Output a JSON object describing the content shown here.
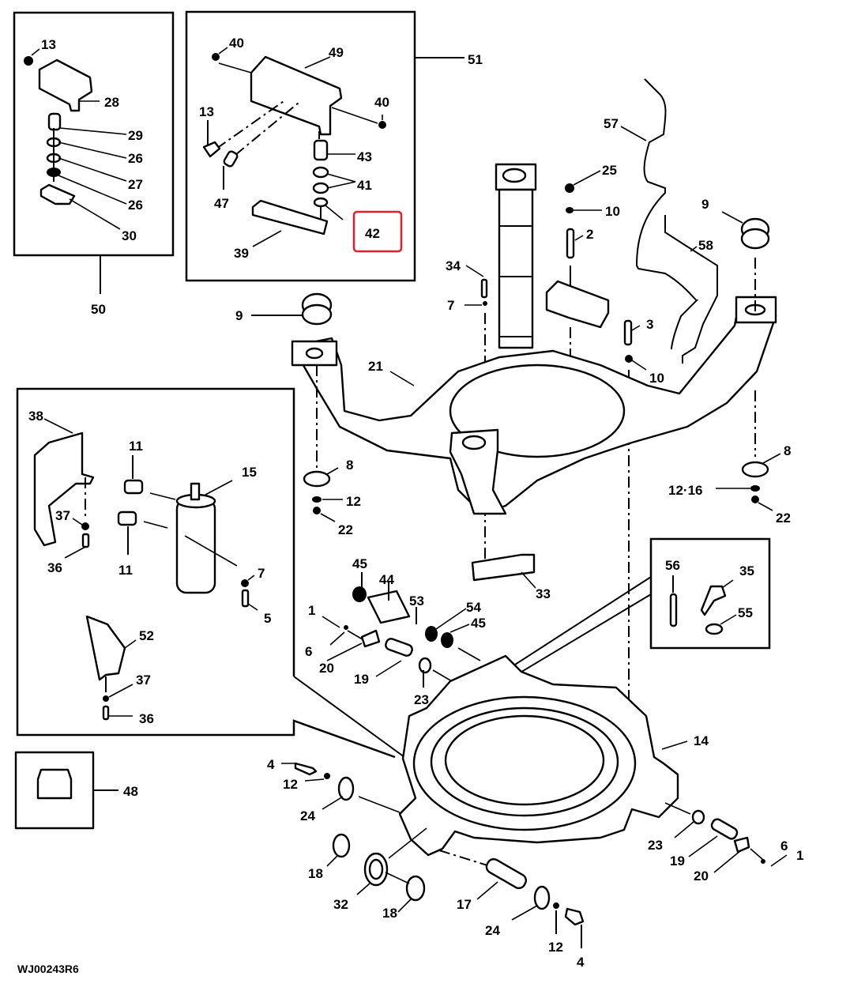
{
  "figure_code": "WJ00243R6",
  "highlight": {
    "label": "42",
    "color": "#e0202a"
  },
  "callouts": {
    "inset50": [
      "13",
      "28",
      "29",
      "26",
      "27",
      "26",
      "30"
    ],
    "inset50_ref": "50",
    "inset51": [
      "40",
      "49",
      "40",
      "13",
      "43",
      "41",
      "47",
      "42",
      "39"
    ],
    "inset51_ref": "51",
    "upper": [
      "57",
      "25",
      "10",
      "9",
      "58",
      "2",
      "34",
      "7",
      "3",
      "9",
      "10",
      "21",
      "8",
      "12·16",
      "22",
      "8",
      "12",
      "22",
      "33"
    ],
    "inset_left": [
      "38",
      "11",
      "15",
      "11",
      "37",
      "36",
      "7",
      "5",
      "52",
      "37",
      "36"
    ],
    "middle": [
      "45",
      "44",
      "53",
      "1",
      "54",
      "45",
      "6",
      "20",
      "19",
      "23"
    ],
    "inset_right": [
      "56",
      "35",
      "55"
    ],
    "lower": [
      "14",
      "4",
      "12",
      "24",
      "48",
      "18",
      "32",
      "18",
      "17",
      "24",
      "12",
      "4",
      "23",
      "19",
      "6",
      "1",
      "20"
    ]
  }
}
